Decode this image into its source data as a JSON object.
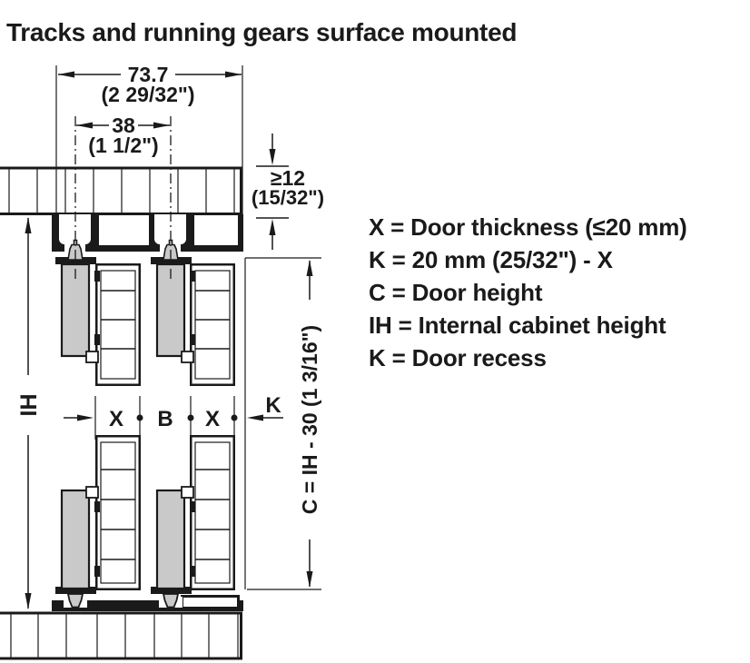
{
  "title": "Tracks and running gears surface mounted",
  "colors": {
    "ink": "#1a1a1a",
    "profile_gray": "#c9c9c9",
    "background": "#ffffff"
  },
  "legend": {
    "items": [
      "X = Door thickness (≤20 mm)",
      "K = 20 mm (25/32\") - X",
      "C = Door height",
      "IH = Internal cabinet height",
      "K = Door recess"
    ]
  },
  "dims": {
    "track_width_mm": "73.7",
    "track_width_in": "(2 29/32\")",
    "channel_spacing_mm": "38",
    "channel_spacing_in": "(1 1/2\")",
    "panel_thickness_min": "≥12",
    "panel_thickness_in": "(15/32\")",
    "internal_height": "IH",
    "door_height_formula": "C = IH - 30 (1 3/16\")",
    "door_thickness_left": "X",
    "gap_between_doors": "B",
    "door_thickness_right": "X",
    "door_recess": "K"
  }
}
